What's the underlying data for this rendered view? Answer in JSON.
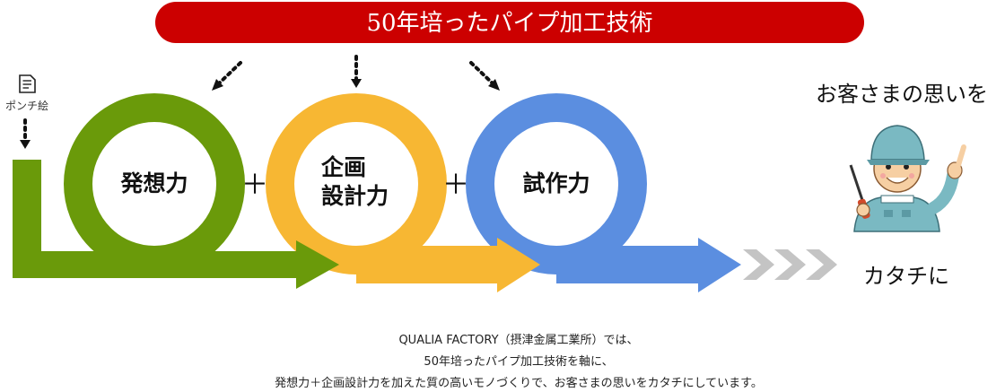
{
  "banner": {
    "text": "50年培ったパイプ加工技術"
  },
  "input": {
    "label": "ポンチ絵"
  },
  "rings": [
    {
      "label_lines": [
        "発想力"
      ],
      "color": "#6a9a0a"
    },
    {
      "label_lines": [
        "企画",
        "設計力"
      ],
      "color": "#f7b733"
    },
    {
      "label_lines": [
        "試作力"
      ],
      "color": "#5b8ee0"
    }
  ],
  "operators": {
    "plus": "＋"
  },
  "result": {
    "top_text": "お客さまの思いを",
    "bottom_text": "カタチに"
  },
  "caption": [
    "QUALIA FACTORY（摂津金属工業所）では、",
    "50年培ったパイプ加工技術を軸に、",
    "発想力＋企画設計力を加えた質の高いモノづくりで、お客さまの思いをカタチにしています。"
  ],
  "colors": {
    "banner": "#cc0000",
    "green": "#6a9a0a",
    "yellow": "#f7b733",
    "blue": "#5b8ee0",
    "chevron": "#c4c4c4"
  }
}
